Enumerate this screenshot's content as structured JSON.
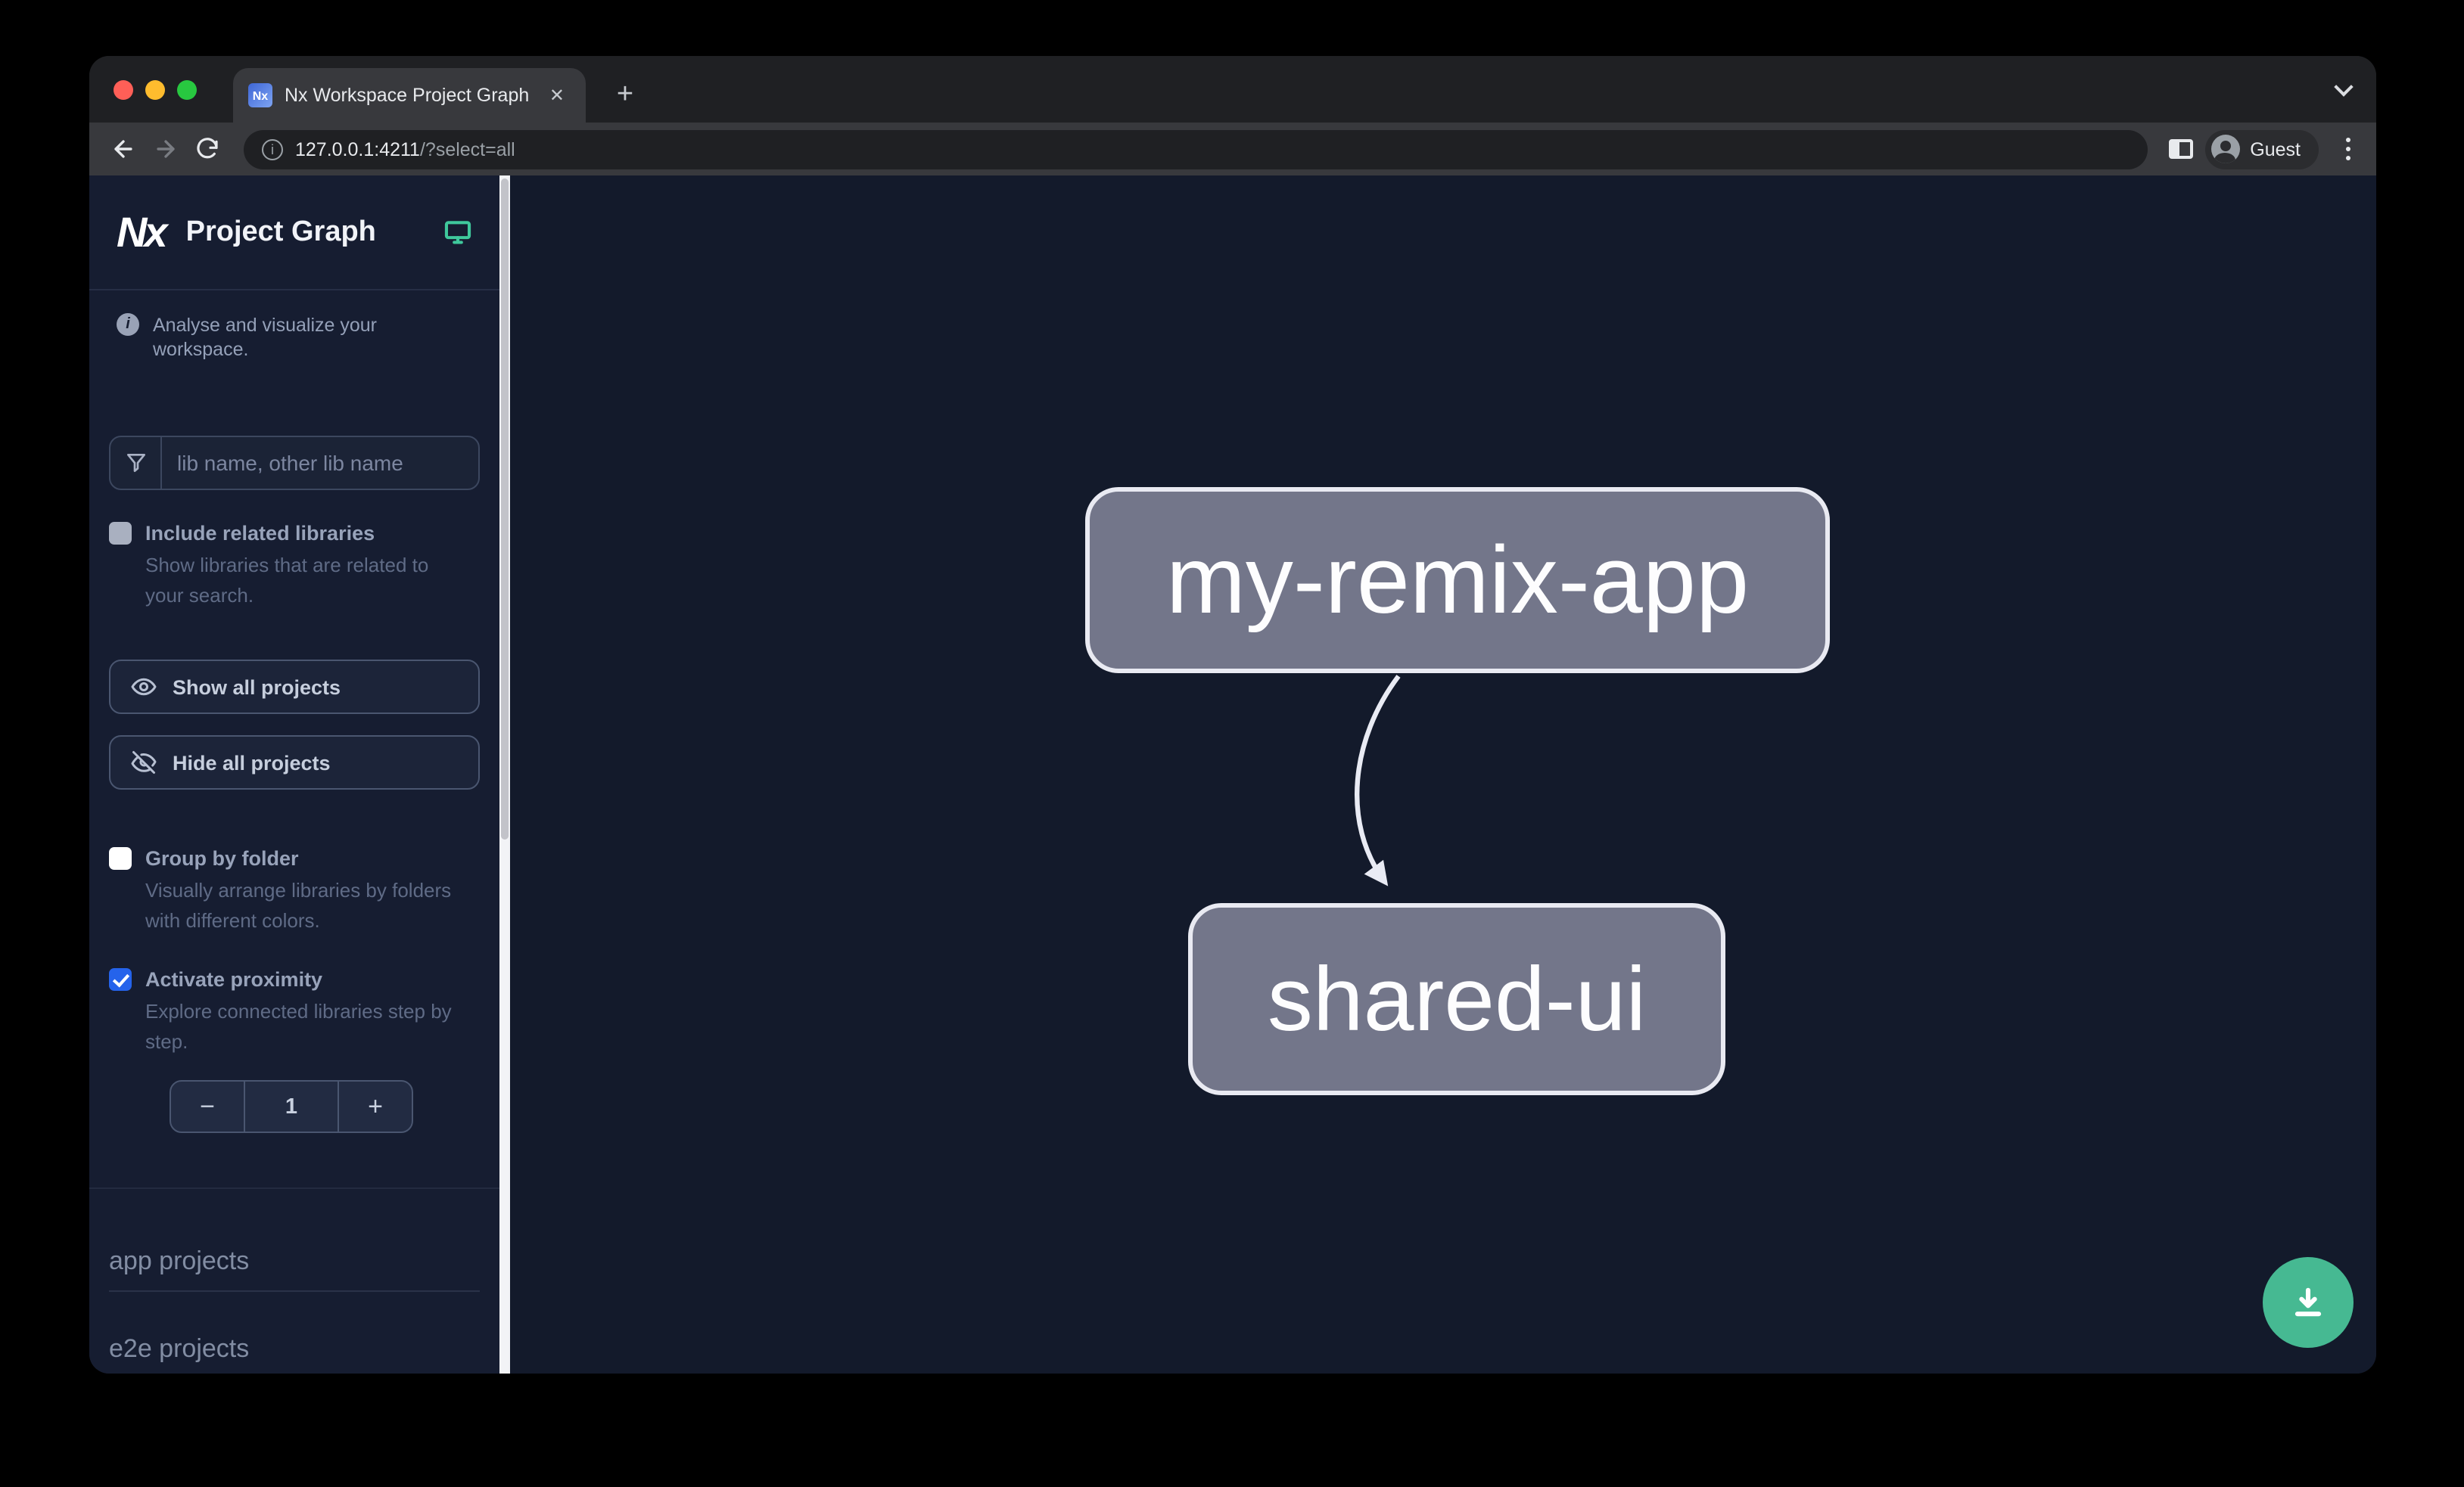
{
  "browser": {
    "tab": {
      "title": "Nx Workspace Project Graph",
      "favicon_text": "Nx",
      "close_glyph": "✕",
      "new_tab_glyph": "+"
    },
    "toolbar": {
      "url_host": "127.0.0.1:4211",
      "url_path": "/?select=all",
      "info_glyph": "i",
      "guest_label": "Guest"
    }
  },
  "sidebar": {
    "logo_text": "Nx",
    "title": "Project Graph",
    "tagline": "Analyse and visualize your workspace.",
    "info_glyph": "i",
    "filter": {
      "placeholder": "lib name, other lib name",
      "value": ""
    },
    "include_related": {
      "label": "Include related libraries",
      "description": "Show libraries that are related to your search.",
      "checked": false
    },
    "show_all_label": "Show all projects",
    "hide_all_label": "Hide all projects",
    "group_by_folder": {
      "label": "Group by folder",
      "description": "Visually arrange libraries by folders with different colors.",
      "checked": false
    },
    "activate_proximity": {
      "label": "Activate proximity",
      "description": "Explore connected libraries step by step.",
      "checked": true
    },
    "proximity_stepper": {
      "decrement": "−",
      "value": "1",
      "increment": "+"
    },
    "sections": [
      {
        "label": "app projects"
      },
      {
        "label": "e2e projects"
      }
    ]
  },
  "graph": {
    "nodes": [
      {
        "id": "my-remix-app",
        "label": "my-remix-app",
        "type": "app"
      },
      {
        "id": "shared-ui",
        "label": "shared-ui",
        "type": "lib"
      }
    ],
    "edges": [
      {
        "source": "my-remix-app",
        "target": "shared-ui"
      }
    ]
  },
  "colors": {
    "accent_checkbox_blue": "#2563eb",
    "fab_green": "#46b992",
    "monitor_icon_teal": "#3fc89c",
    "node_fill": "#73768a",
    "node_border": "#e9eaf2",
    "canvas_bg": "#131a2b",
    "sidebar_bg": "#161d31"
  }
}
